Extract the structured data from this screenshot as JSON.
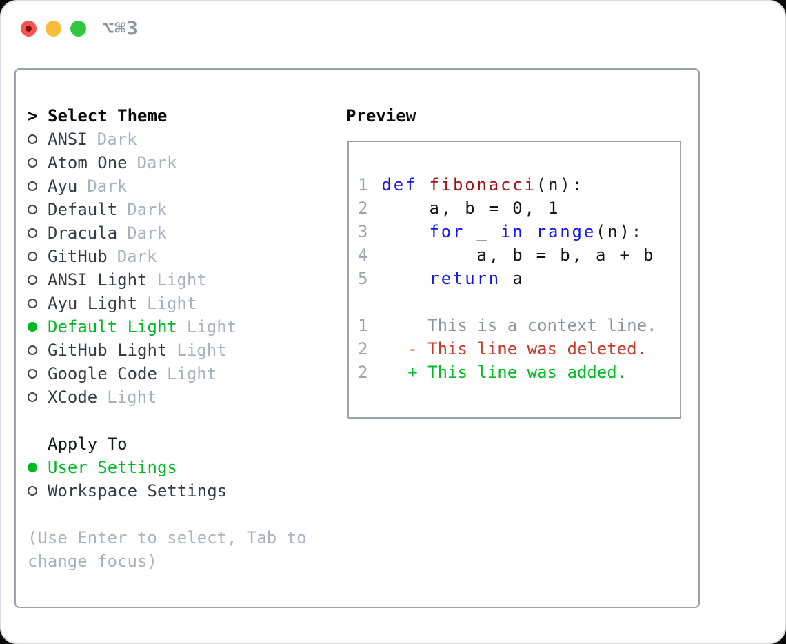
{
  "window": {
    "title": "⌥⌘3"
  },
  "colors": {
    "selection_green": "#00b822",
    "keyword_blue": "#1414ee",
    "function_red": "#a31212",
    "deleted_red": "#c93a2c",
    "added_green": "#00bd20",
    "muted_gray": "#a9b2bc",
    "panel_border": "#9aa3ad"
  },
  "theme_list": {
    "prompt": ">",
    "header": "Select Theme",
    "items": [
      {
        "name": "ANSI",
        "variant": "Dark",
        "selected": false
      },
      {
        "name": "Atom One",
        "variant": "Dark",
        "selected": false
      },
      {
        "name": "Ayu",
        "variant": "Dark",
        "selected": false
      },
      {
        "name": "Default",
        "variant": "Dark",
        "selected": false
      },
      {
        "name": "Dracula",
        "variant": "Dark",
        "selected": false
      },
      {
        "name": "GitHub",
        "variant": "Dark",
        "selected": false
      },
      {
        "name": "ANSI Light",
        "variant": "Light",
        "selected": false
      },
      {
        "name": "Ayu Light",
        "variant": "Light",
        "selected": false
      },
      {
        "name": "Default Light",
        "variant": "Light",
        "selected": true
      },
      {
        "name": "GitHub Light",
        "variant": "Light",
        "selected": false
      },
      {
        "name": "Google Code",
        "variant": "Light",
        "selected": false
      },
      {
        "name": "XCode",
        "variant": "Light",
        "selected": false
      }
    ]
  },
  "apply_to": {
    "header": "Apply To",
    "options": [
      {
        "label": "User Settings",
        "selected": true
      },
      {
        "label": "Workspace Settings",
        "selected": false
      }
    ]
  },
  "help_text": {
    "lines": [
      "(Use Enter to select, Tab to",
      "change focus)"
    ]
  },
  "preview": {
    "header": "Preview",
    "code_lines": [
      {
        "num": "1",
        "section": "python",
        "segments": [
          {
            "t": " ",
            "s": "plain"
          },
          {
            "t": "def",
            "s": "kw"
          },
          {
            "t": " ",
            "s": "plain"
          },
          {
            "t": "fibonacci",
            "s": "fn"
          },
          {
            "t": "(n):",
            "s": "plain"
          }
        ]
      },
      {
        "num": "2",
        "section": "python",
        "segments": [
          {
            "t": "     a, b = 0, 1",
            "s": "plain"
          }
        ]
      },
      {
        "num": "3",
        "section": "python",
        "segments": [
          {
            "t": "     ",
            "s": "plain"
          },
          {
            "t": "for",
            "s": "kw"
          },
          {
            "t": " _ ",
            "s": "plain"
          },
          {
            "t": "in",
            "s": "kw"
          },
          {
            "t": " ",
            "s": "plain"
          },
          {
            "t": "range",
            "s": "kw"
          },
          {
            "t": "(n):",
            "s": "plain"
          }
        ]
      },
      {
        "num": "4",
        "section": "python",
        "segments": [
          {
            "t": "         a, b = b, a + b",
            "s": "plain"
          }
        ]
      },
      {
        "num": "5",
        "section": "python",
        "segments": [
          {
            "t": "     ",
            "s": "plain"
          },
          {
            "t": "return",
            "s": "kw"
          },
          {
            "t": " a",
            "s": "plain"
          }
        ]
      },
      {
        "num": "",
        "section": "python",
        "segments": []
      },
      {
        "num": "1",
        "section": "diff",
        "segments": [
          {
            "t": "      This is a context line.",
            "s": "ctx"
          }
        ]
      },
      {
        "num": "2",
        "section": "diff",
        "segments": [
          {
            "t": "    - This line was deleted.",
            "s": "del"
          }
        ]
      },
      {
        "num": "2",
        "section": "diff",
        "segments": [
          {
            "t": "    + This line was added.",
            "s": "add"
          }
        ]
      }
    ]
  }
}
